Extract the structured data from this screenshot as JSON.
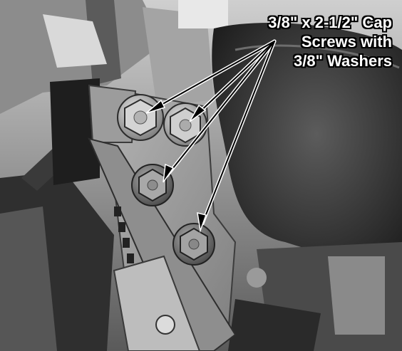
{
  "callout": {
    "lines": [
      "3/8\" x 2-1/2\" Cap",
      "Screws with",
      "3/8\" Washers"
    ]
  },
  "colors": {
    "callout_text": "#ffffff",
    "callout_outline": "#000000",
    "arrow": "#000000",
    "arrow_outline": "#ffffff"
  }
}
